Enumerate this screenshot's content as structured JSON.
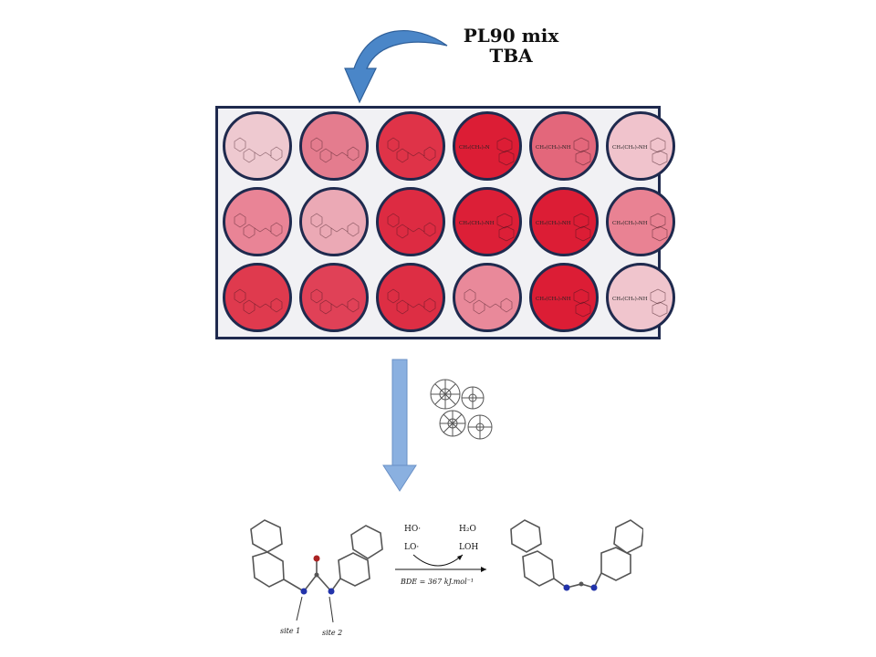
{
  "title": {
    "line1": "PL90 mix",
    "line2": "TBA"
  },
  "plate": {
    "wells": [
      {
        "label": "",
        "color": "#eec9d0"
      },
      {
        "label": "",
        "color": "#e47c8e"
      },
      {
        "label": "",
        "color": "#df3348"
      },
      {
        "label": "CH₃(CH₂)₇N",
        "color": "#dc1d35"
      },
      {
        "label": "CH₃(CH₂)₇NH",
        "color": "#e3677b"
      },
      {
        "label": "CH₃(CH₂)₇NH",
        "color": "#f0c3cc"
      },
      {
        "label": "",
        "color": "#e98496"
      },
      {
        "label": "",
        "color": "#eba9b5"
      },
      {
        "label": "",
        "color": "#dd2b42"
      },
      {
        "label": "CH₃(CH₂)₇NH",
        "color": "#dc1f37"
      },
      {
        "label": "CH₃(CH₂)₇NH",
        "color": "#dc1d35"
      },
      {
        "label": "CH₃(CH₂)₇NH",
        "color": "#e98293"
      },
      {
        "label": "",
        "color": "#df3a4e"
      },
      {
        "label": "",
        "color": "#e04157"
      },
      {
        "label": "",
        "color": "#dd2e44"
      },
      {
        "label": "",
        "color": "#e9899a"
      },
      {
        "label": "CH₃(CH₂)₇NH",
        "color": "#dc1d35"
      },
      {
        "label": "CH₃(CH₂)₇NH",
        "color": "#f0c5cd"
      }
    ]
  },
  "arrows": {
    "curved_color": "#4a86c8",
    "down_color": "#8ab0e0"
  },
  "reaction": {
    "reagent1": "HO·",
    "reagent2": "LO·",
    "product1": "H₂O",
    "product2": "LOH",
    "bde": "BDE = 367 kJ.mol⁻¹",
    "site1": "site 1",
    "site2": "site 2"
  }
}
